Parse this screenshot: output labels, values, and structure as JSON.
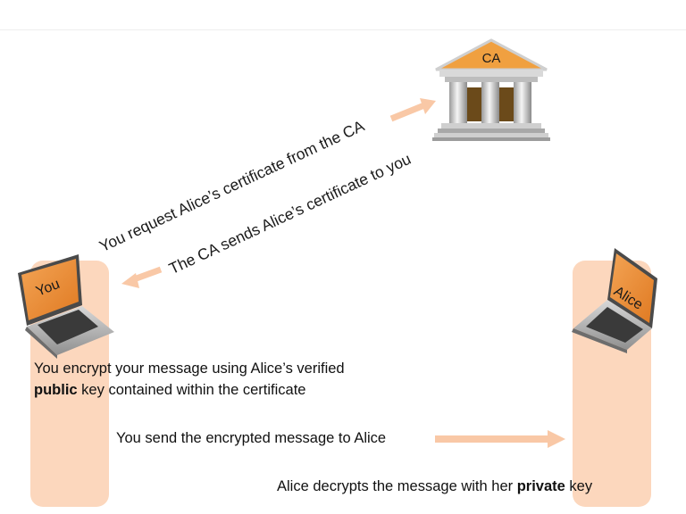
{
  "ca": {
    "label": "CA"
  },
  "you": {
    "label": "You"
  },
  "alice": {
    "label": "Alice"
  },
  "steps": {
    "request": "You request Alice’s certificate from the CA",
    "ca_sends": "The CA sends Alice’s certificate to you"
  },
  "encrypt": {
    "line1": "You encrypt your message using  Alice’s verified",
    "line2_bold": "public",
    "line2_rest": " key contained within the certificate"
  },
  "send": {
    "text": "You send the encrypted message to Alice"
  },
  "decrypt": {
    "prefix": "Alice decrypts the message with her ",
    "bold": "private",
    "suffix": " key"
  },
  "colors": {
    "column": "#fcd7bd",
    "arrow": "#f9c8a6",
    "roof": "#f0a040"
  },
  "icons": [
    "bank-icon",
    "laptop-icon",
    "laptop-icon"
  ]
}
